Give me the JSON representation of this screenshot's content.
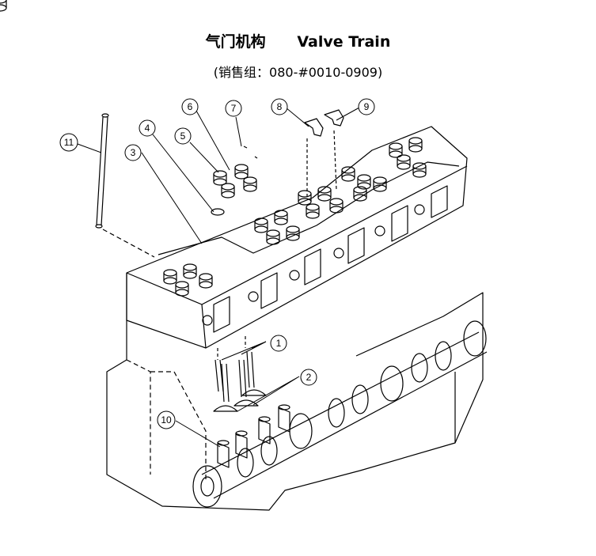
{
  "title": {
    "cn": "气门机构",
    "en": "Valve Train"
  },
  "subtitle": "(销售组：080-#0010-0909)",
  "callouts": [
    "1",
    "2",
    "3",
    "4",
    "5",
    "6",
    "7",
    "8",
    "9",
    "10",
    "11"
  ]
}
